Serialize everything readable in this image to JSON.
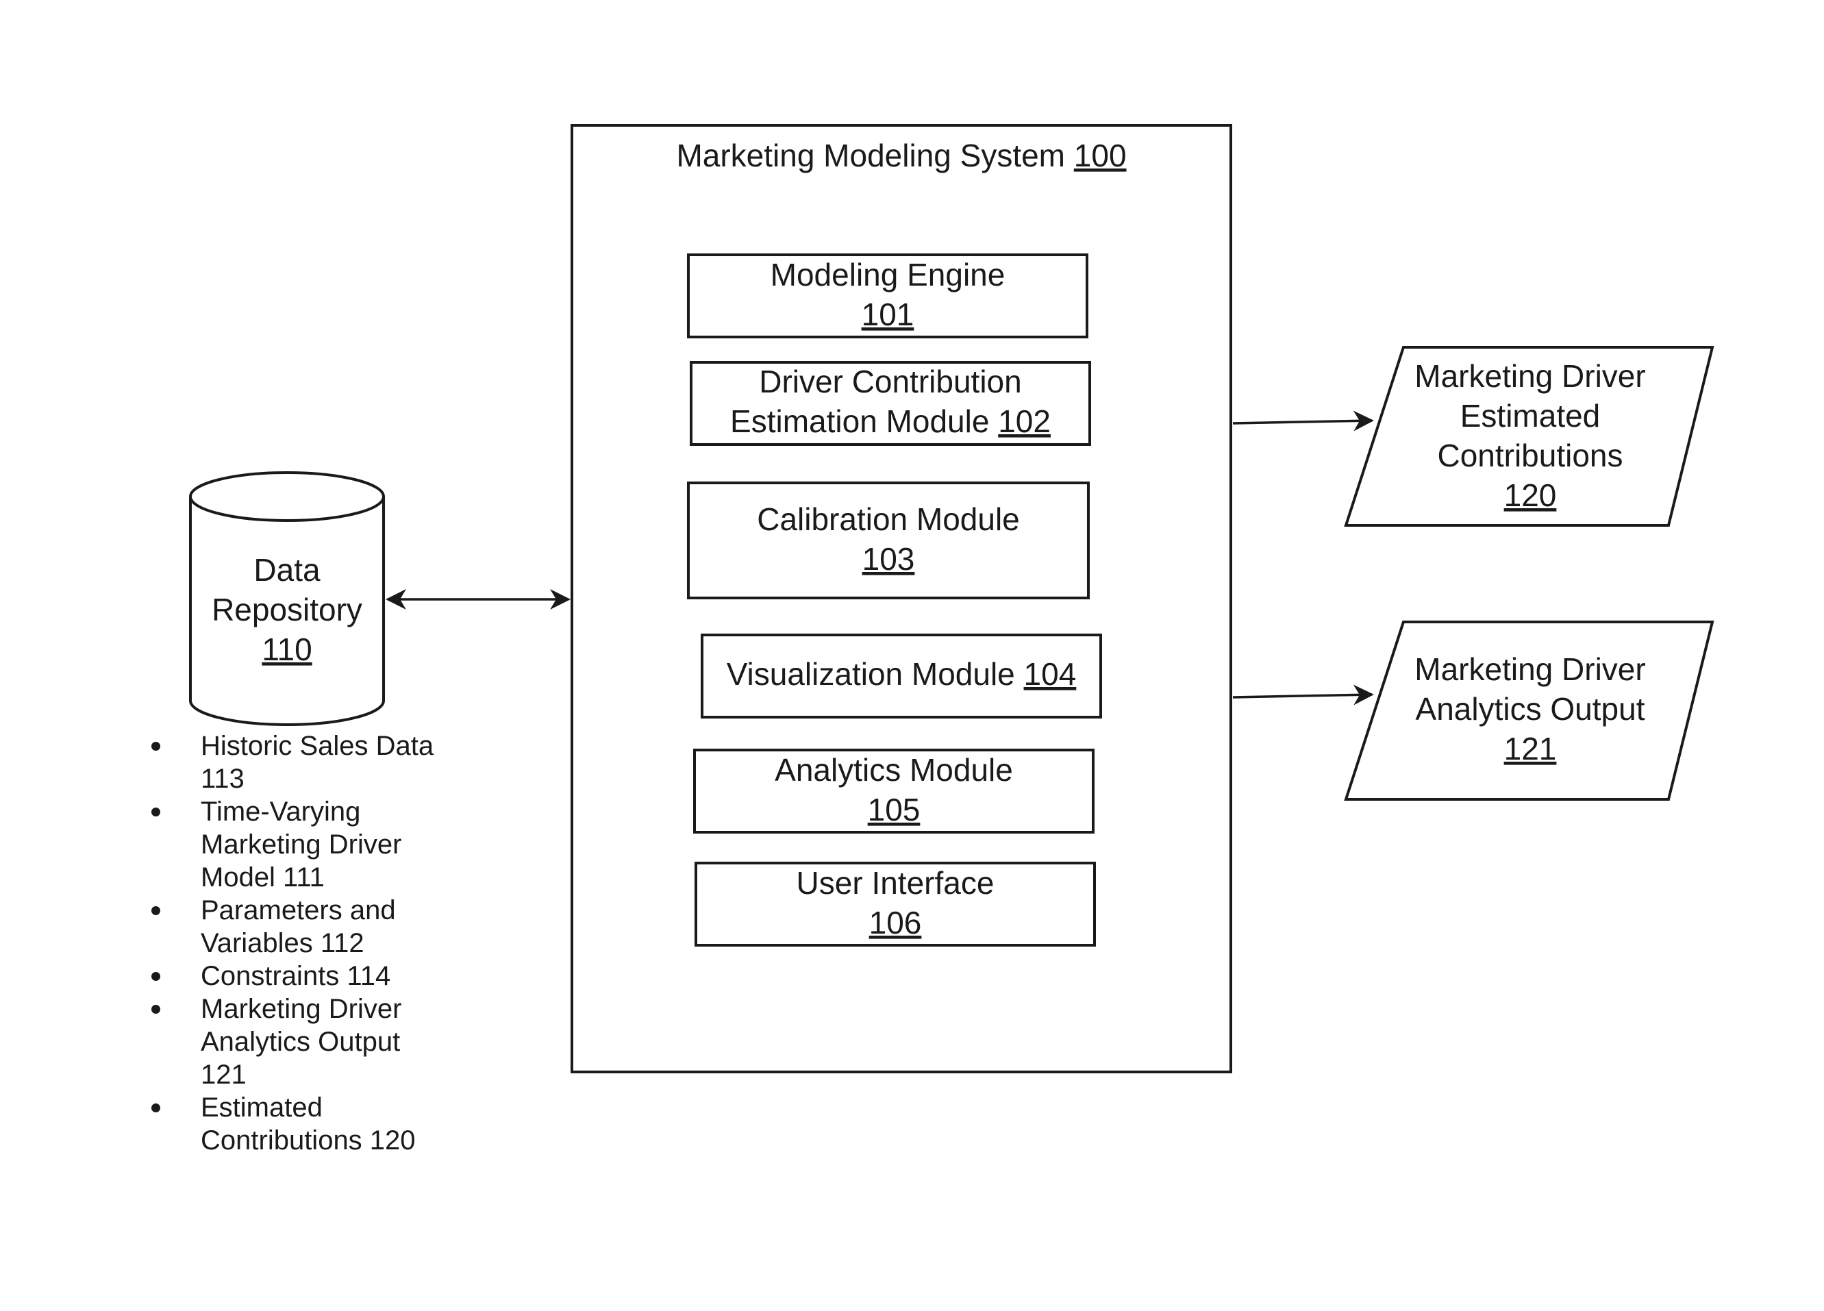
{
  "system": {
    "title": "Marketing Modeling System",
    "ref": "100"
  },
  "modules": [
    {
      "line1": "Modeling Engine",
      "line2_text": "",
      "line2_ref": "101"
    },
    {
      "line1": "Driver Contribution",
      "line2_text": "Estimation Module ",
      "line2_ref": "102"
    },
    {
      "line1": "Calibration Module",
      "line2_text": "",
      "line2_ref": "103"
    },
    {
      "line1": "",
      "line2_text": "Visualization Module ",
      "line2_ref": "104"
    },
    {
      "line1": "Analytics Module",
      "line2_text": "",
      "line2_ref": "105"
    },
    {
      "line1": "User Interface",
      "line2_text": "",
      "line2_ref": "106"
    }
  ],
  "repository": {
    "line1": "Data",
    "line2": "Repository",
    "ref": "110"
  },
  "repository_items": [
    "Historic Sales Data 113",
    "Time-Varying Marketing Driver Model 111",
    "Parameters and Variables 112",
    "Constraints 114",
    "Marketing Driver Analytics Output 121",
    "Estimated Contributions 120"
  ],
  "outputs": [
    {
      "lines": [
        "Marketing Driver",
        "Estimated",
        "Contributions"
      ],
      "ref": "120"
    },
    {
      "lines": [
        "Marketing Driver",
        "Analytics Output"
      ],
      "ref": "121"
    }
  ],
  "colors": {
    "ink": "#1a1a1a",
    "background": "#ffffff"
  }
}
